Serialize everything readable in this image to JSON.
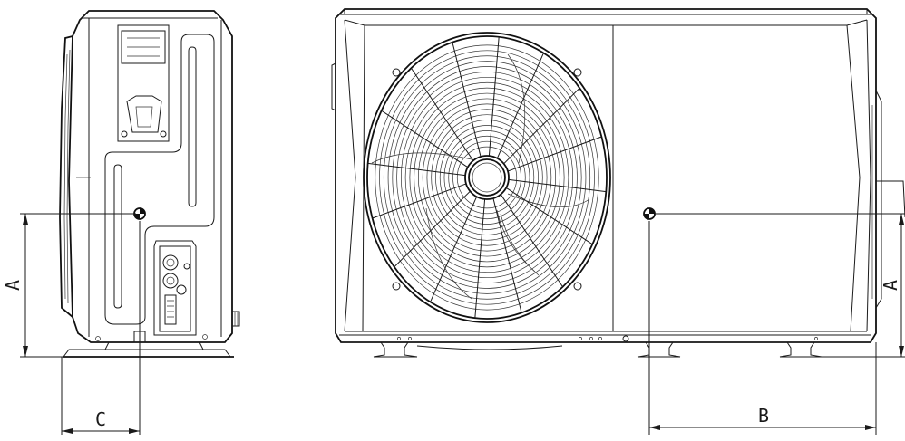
{
  "dimensions": {
    "a_label": "A",
    "b_label": "B",
    "c_label": "C"
  },
  "colors": {
    "line": "#1a1a1a",
    "background": "#ffffff"
  }
}
